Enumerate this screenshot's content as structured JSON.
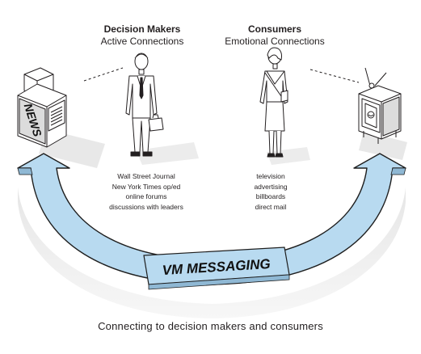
{
  "groups": {
    "decision_makers": {
      "title": "Decision Makers",
      "subtitle": "Active Connections",
      "channels": [
        "Wall Street Journal",
        "New York Times op/ed",
        "online forums",
        "discussions with leaders"
      ]
    },
    "consumers": {
      "title": "Consumers",
      "subtitle": "Emotional Connections",
      "channels": [
        "television",
        "advertising",
        "billboards",
        "direct mail"
      ]
    }
  },
  "newsbox_label": "NEWS",
  "banner_label": "VM MESSAGING",
  "caption": "Connecting to decision makers and consumers",
  "colors": {
    "arrow": "#b8daf0",
    "arrow_stroke": "#1e1e1e",
    "shadow": "#ececec",
    "figure": "#ffffff",
    "ink": "#231f20"
  }
}
